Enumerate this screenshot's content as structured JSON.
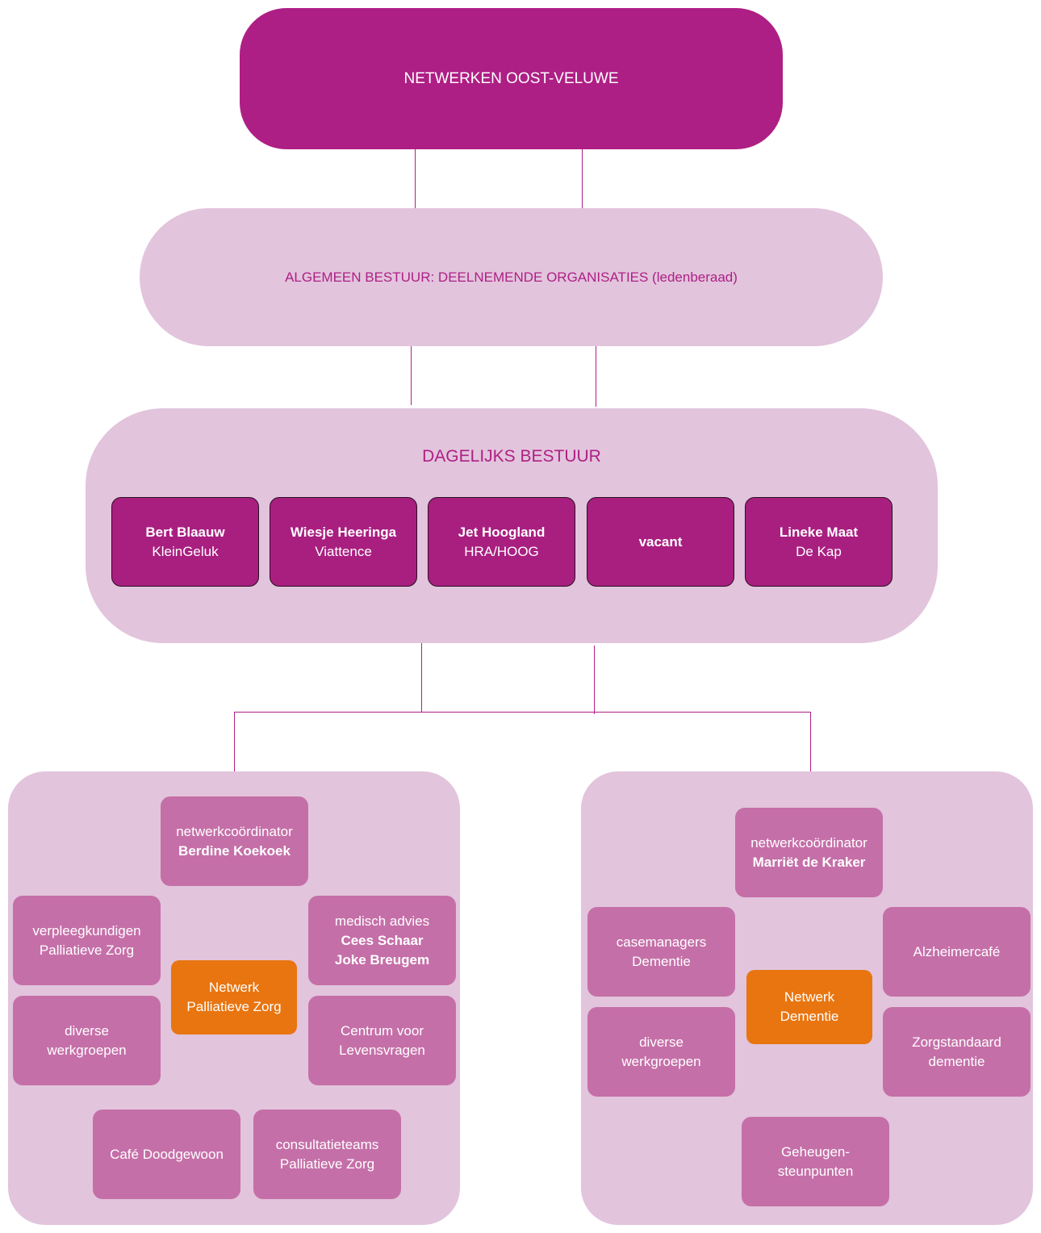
{
  "top": {
    "title": "NETWERKEN OOST-VELUWE"
  },
  "algemeen": {
    "title": "ALGEMEEN BESTUUR: DEELNEMENDE ORGANISATIES (ledenberaad)"
  },
  "dagelijks": {
    "title": "DAGELIJKS BESTUUR",
    "members": [
      {
        "name": "Bert Blaauw",
        "org": "KleinGeluk"
      },
      {
        "name": "Wiesje Heeringa",
        "org": "Viattence"
      },
      {
        "name": "Jet Hoogland",
        "org": "HRA/HOOG"
      },
      {
        "name": "vacant",
        "org": ""
      },
      {
        "name": "Lineke Maat",
        "org": "De Kap"
      }
    ]
  },
  "palliatief": {
    "hub": {
      "line1": "Netwerk",
      "line2": "Palliatieve Zorg"
    },
    "coordinator": {
      "label": "netwerkcoördinator",
      "name": "Berdine Koekoek"
    },
    "verpleegkundigen": {
      "line1": "verpleegkundigen",
      "line2": "Palliatieve Zorg"
    },
    "medisch": {
      "label": "medisch advies",
      "name1": "Cees Schaar",
      "name2": "Joke Breugem"
    },
    "werkgroepen": {
      "line1": "diverse",
      "line2": "werkgroepen"
    },
    "centrum": {
      "line1": "Centrum voor",
      "line2": "Levensvragen"
    },
    "cafe": {
      "line1": "Café Doodgewoon"
    },
    "consultatie": {
      "line1": "consultatieteams",
      "line2": "Palliatieve Zorg"
    }
  },
  "dementie": {
    "hub": {
      "line1": "Netwerk",
      "line2": "Dementie"
    },
    "coordinator": {
      "label": "netwerkcoördinator",
      "name": "Marriët de Kraker"
    },
    "casemanagers": {
      "line1": "casemanagers",
      "line2": "Dementie"
    },
    "alzheimer": {
      "line1": "Alzheimercafé"
    },
    "werkgroepen": {
      "line1": "diverse",
      "line2": "werkgroepen"
    },
    "zorgstandaard": {
      "line1": "Zorgstandaard",
      "line2": "dementie"
    },
    "geheugen": {
      "line1": "Geheugen-",
      "line2": "steunpunten"
    }
  }
}
